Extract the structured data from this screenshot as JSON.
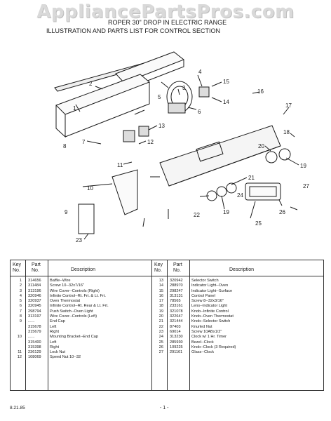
{
  "watermark": "AppliancePartsPros.com",
  "title": {
    "line1": "ROPER 30\" DROP IN ELECTRIC RANGE",
    "line2": "ILLUSTRATION AND PARTS LIST FOR CONTROL SECTION"
  },
  "diagram": {
    "callouts": [
      "1",
      "2",
      "3",
      "4",
      "5",
      "6",
      "7",
      "8",
      "9",
      "10",
      "11",
      "12",
      "13",
      "14",
      "15",
      "16",
      "17",
      "18",
      "19",
      "20",
      "21",
      "22",
      "23",
      "24",
      "25",
      "26",
      "27"
    ]
  },
  "parts_table": {
    "headers": {
      "key": "Key No.",
      "key_line1": "Key",
      "key_line2": "No.",
      "part_line1": "Part",
      "part_line2": "No.",
      "description": "Description"
    },
    "left": [
      {
        "key": "1",
        "part": "314656",
        "desc": "Baffle--Wire"
      },
      {
        "key": "2",
        "part": "311484",
        "desc": "Screw 10--32x7/16\""
      },
      {
        "key": "3",
        "part": "313196",
        "desc": "Wire Cover--Controls (Right)"
      },
      {
        "key": "4",
        "part": "320946",
        "desc": "Infinite Control--Rt. Frt. & Lt. Frt."
      },
      {
        "key": "5",
        "part": "320937",
        "desc": "Oven Thermostat"
      },
      {
        "key": "6",
        "part": "320945",
        "desc": "Infinite Control--Rt. Rear & Lt. Frt."
      },
      {
        "key": "7",
        "part": "298794",
        "desc": "Push Switch--Oven Light"
      },
      {
        "key": "8",
        "part": "313197",
        "desc": "Wire Cover--Controls (Left)"
      },
      {
        "key": "9",
        "part": "......",
        "desc": "End Cap"
      },
      {
        "key": "",
        "part": "315678",
        "desc": "Left"
      },
      {
        "key": "",
        "part": "315679",
        "desc": "Right"
      },
      {
        "key": "10",
        "part": "......",
        "desc": "Mounting Bracket--End Cap"
      },
      {
        "key": "",
        "part": "315400",
        "desc": "Left"
      },
      {
        "key": "",
        "part": "315398",
        "desc": "Right"
      },
      {
        "key": "11",
        "part": "236129",
        "desc": "Lock Nut"
      },
      {
        "key": "12",
        "part": "108069",
        "desc": "Speed Nut 10--32"
      }
    ],
    "right": [
      {
        "key": "13",
        "part": "320942",
        "desc": "Selector Switch"
      },
      {
        "key": "14",
        "part": "288970",
        "desc": "Indicator Light--Oven"
      },
      {
        "key": "15",
        "part": "298247",
        "desc": "Indicator Light--Surface"
      },
      {
        "key": "16",
        "part": "313131",
        "desc": "Control Panel"
      },
      {
        "key": "17",
        "part": "78565",
        "desc": "Screw 8--32x3/16\""
      },
      {
        "key": "18",
        "part": "233161",
        "desc": "Lens--Indicator Light"
      },
      {
        "key": "19",
        "part": "321078",
        "desc": "Knob--Infinite Control"
      },
      {
        "key": "20",
        "part": "322647",
        "desc": "Knob--Oven Thermostat"
      },
      {
        "key": "21",
        "part": "321444",
        "desc": "Knob--Selector Switch"
      },
      {
        "key": "22",
        "part": "87403",
        "desc": "Knurled Nut"
      },
      {
        "key": "23",
        "part": "69014",
        "desc": "Screw 10ABx1/2\""
      },
      {
        "key": "24",
        "part": "313230",
        "desc": "Clock w/ 1 Hr. Timer"
      },
      {
        "key": "25",
        "part": "285930",
        "desc": "Bezel--Clock"
      },
      {
        "key": "26",
        "part": "109225",
        "desc": "Knob--Clock (3 Required)"
      },
      {
        "key": "27",
        "part": "291161",
        "desc": "Glass--Clock"
      }
    ]
  },
  "footer": {
    "code": "8.21.85",
    "page": "- 1 -"
  }
}
